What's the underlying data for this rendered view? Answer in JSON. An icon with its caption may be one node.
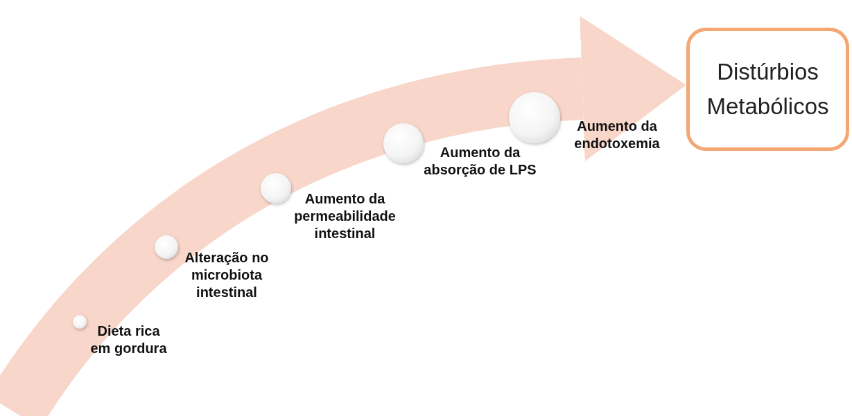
{
  "diagram": {
    "nodes": [
      {
        "text": [],
        "shape": "circle",
        "beside": [
          "Dieta rica em gordura"
        ]
      },
      {
        "text": [],
        "shape": "circle",
        "beside": [
          "Alteração no microbiota intestinal"
        ]
      },
      {
        "text": [],
        "shape": "circle",
        "beside": [
          "Aumento da permeabilidade intestinal"
        ]
      },
      {
        "text": [],
        "shape": "circle",
        "beside": [
          "Aumento da absorção de LPS"
        ]
      },
      {
        "text": [],
        "shape": "circle",
        "beside": [
          "Aumento da endotoxemia"
        ]
      },
      {
        "text": [
          "Distúrbios Metabólicos"
        ]
      }
    ],
    "edges": [
      {
        "from": null,
        "to": 5,
        "arrow": "to"
      }
    ]
  }
}
